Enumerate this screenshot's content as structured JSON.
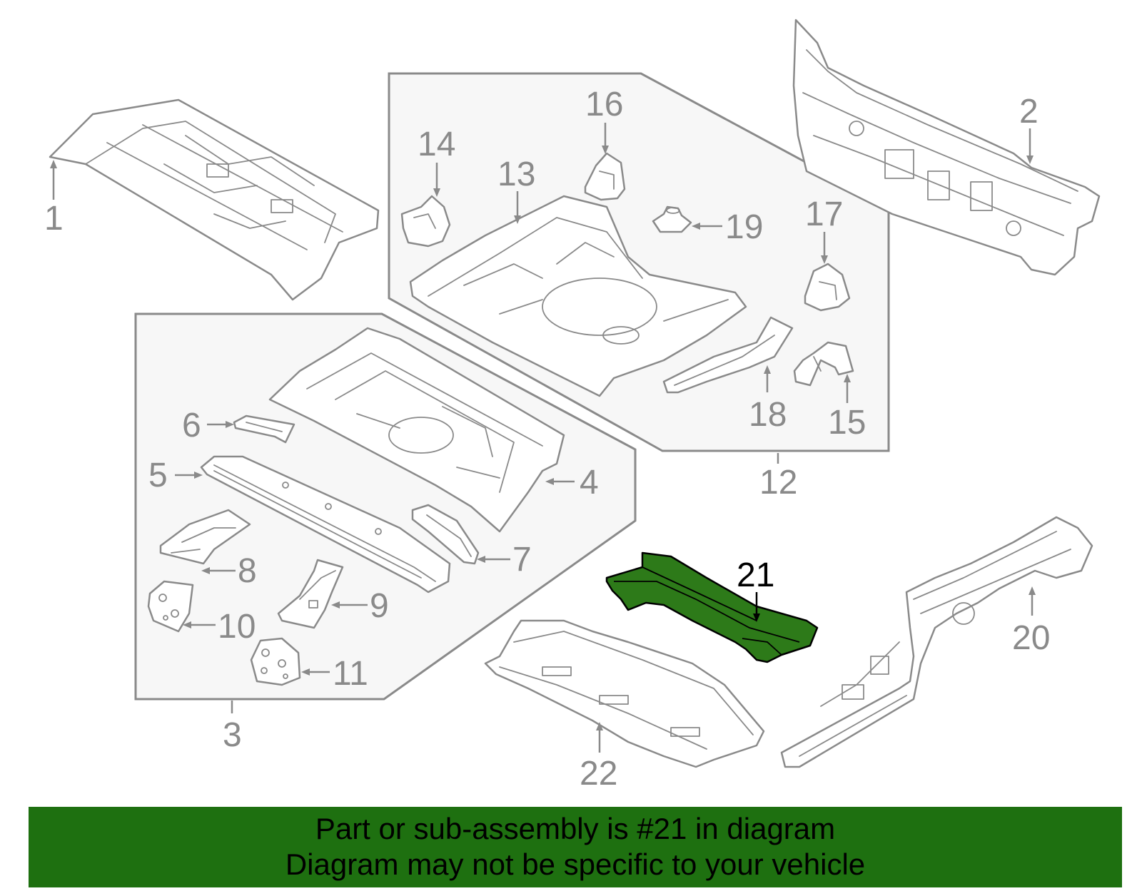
{
  "callouts": [
    {
      "id": "1",
      "label": "1"
    },
    {
      "id": "2",
      "label": "2"
    },
    {
      "id": "3",
      "label": "3"
    },
    {
      "id": "4",
      "label": "4"
    },
    {
      "id": "5",
      "label": "5"
    },
    {
      "id": "6",
      "label": "6"
    },
    {
      "id": "7",
      "label": "7"
    },
    {
      "id": "8",
      "label": "8"
    },
    {
      "id": "9",
      "label": "9"
    },
    {
      "id": "10",
      "label": "10"
    },
    {
      "id": "11",
      "label": "11"
    },
    {
      "id": "12",
      "label": "12"
    },
    {
      "id": "13",
      "label": "13"
    },
    {
      "id": "14",
      "label": "14"
    },
    {
      "id": "15",
      "label": "15"
    },
    {
      "id": "16",
      "label": "16"
    },
    {
      "id": "17",
      "label": "17"
    },
    {
      "id": "18",
      "label": "18"
    },
    {
      "id": "19",
      "label": "19"
    },
    {
      "id": "20",
      "label": "20"
    },
    {
      "id": "21",
      "label": "21"
    },
    {
      "id": "22",
      "label": "22"
    }
  ],
  "highlighted_part": "21",
  "colors": {
    "highlight_fill": "#2d7a19",
    "banner_background": "#1e7010",
    "line_art": "#8a8a8a",
    "group_fill": "#f7f7f7"
  },
  "banner": {
    "line1": "Part or sub-assembly is #21 in diagram",
    "line2": "Diagram may not be specific to your vehicle"
  }
}
